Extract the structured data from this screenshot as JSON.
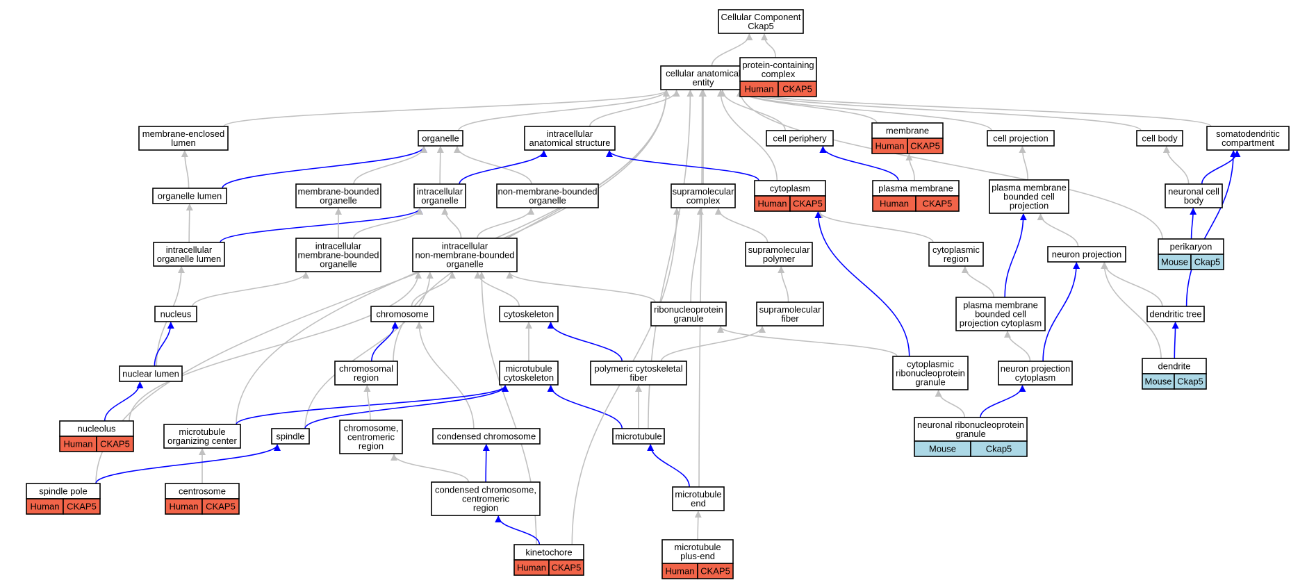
{
  "colors": {
    "human_badge": "#f26449",
    "mouse_badge": "#acd8e6",
    "edge_gray": "#c0c0c0",
    "edge_blue": "#0000ff"
  },
  "nodes": [
    {
      "id": "root",
      "lines": [
        "Cellular Component",
        "Ckap5"
      ]
    },
    {
      "id": "cae",
      "lines": [
        "cellular anatomical",
        "entity"
      ]
    },
    {
      "id": "pcc",
      "lines": [
        "protein-containing",
        "complex"
      ],
      "badge": [
        "Human",
        "CKAP5"
      ]
    },
    {
      "id": "mel",
      "lines": [
        "membrane-enclosed",
        "lumen"
      ]
    },
    {
      "id": "org",
      "lines": [
        "organelle"
      ]
    },
    {
      "id": "ias",
      "lines": [
        "intracellular",
        "anatomical structure"
      ]
    },
    {
      "id": "cper",
      "lines": [
        "cell periphery"
      ]
    },
    {
      "id": "mem",
      "lines": [
        "membrane"
      ],
      "badge": [
        "Human",
        "CKAP5"
      ]
    },
    {
      "id": "cproj",
      "lines": [
        "cell projection"
      ]
    },
    {
      "id": "cbody",
      "lines": [
        "cell body"
      ]
    },
    {
      "id": "sdc",
      "lines": [
        "somatodendritic",
        "compartment"
      ]
    },
    {
      "id": "orglum",
      "lines": [
        "organelle lumen"
      ]
    },
    {
      "id": "mbo",
      "lines": [
        "membrane-bounded",
        "organelle"
      ]
    },
    {
      "id": "io",
      "lines": [
        "intracellular",
        "organelle"
      ]
    },
    {
      "id": "nmbo",
      "lines": [
        "non-membrane-bounded",
        "organelle"
      ]
    },
    {
      "id": "smc",
      "lines": [
        "supramolecular",
        "complex"
      ]
    },
    {
      "id": "cyto",
      "lines": [
        "cytoplasm"
      ],
      "badge": [
        "Human",
        "CKAP5"
      ]
    },
    {
      "id": "pm",
      "lines": [
        "plasma membrane"
      ],
      "badge": [
        "Human",
        "CKAP5"
      ]
    },
    {
      "id": "pmbcp",
      "lines": [
        "plasma membrane",
        "bounded cell",
        "projection"
      ]
    },
    {
      "id": "ncb",
      "lines": [
        "neuronal cell",
        "body"
      ]
    },
    {
      "id": "iol",
      "lines": [
        "intracellular",
        "organelle lumen"
      ]
    },
    {
      "id": "imbo",
      "lines": [
        "intracellular",
        "membrane-bounded",
        "organelle"
      ]
    },
    {
      "id": "inmbo",
      "lines": [
        "intracellular",
        "non-membrane-bounded",
        "organelle"
      ]
    },
    {
      "id": "smp",
      "lines": [
        "supramolecular",
        "polymer"
      ]
    },
    {
      "id": "cr",
      "lines": [
        "cytoplasmic",
        "region"
      ]
    },
    {
      "id": "np",
      "lines": [
        "neuron projection"
      ]
    },
    {
      "id": "peri",
      "lines": [
        "perikaryon"
      ],
      "badge": [
        "Mouse",
        "Ckap5"
      ]
    },
    {
      "id": "nuc",
      "lines": [
        "nucleus"
      ]
    },
    {
      "id": "chr",
      "lines": [
        "chromosome"
      ]
    },
    {
      "id": "csk",
      "lines": [
        "cytoskeleton"
      ]
    },
    {
      "id": "rnpg",
      "lines": [
        "ribonucleoprotein",
        "granule"
      ]
    },
    {
      "id": "smf",
      "lines": [
        "supramolecular",
        "fiber"
      ]
    },
    {
      "id": "pmbcpc",
      "lines": [
        "plasma membrane",
        "bounded cell",
        "projection cytoplasm"
      ]
    },
    {
      "id": "dt",
      "lines": [
        "dendritic tree"
      ]
    },
    {
      "id": "nl",
      "lines": [
        "nuclear lumen"
      ]
    },
    {
      "id": "chrreg",
      "lines": [
        "chromosomal",
        "region"
      ]
    },
    {
      "id": "mtcsk",
      "lines": [
        "microtubule",
        "cytoskeleton"
      ]
    },
    {
      "id": "pcf",
      "lines": [
        "polymeric cytoskeletal",
        "fiber"
      ]
    },
    {
      "id": "crnpg",
      "lines": [
        "cytoplasmic",
        "ribonucleoprotein",
        "granule"
      ]
    },
    {
      "id": "npc",
      "lines": [
        "neuron projection",
        "cytoplasm"
      ]
    },
    {
      "id": "den",
      "lines": [
        "dendrite"
      ],
      "badge": [
        "Mouse",
        "Ckap5"
      ]
    },
    {
      "id": "nucl",
      "lines": [
        "nucleolus"
      ],
      "badge": [
        "Human",
        "CKAP5"
      ]
    },
    {
      "id": "mtoc",
      "lines": [
        "microtubule",
        "organizing center"
      ]
    },
    {
      "id": "spin",
      "lines": [
        "spindle"
      ]
    },
    {
      "id": "ccr",
      "lines": [
        "chromosome,",
        "centromeric",
        "region"
      ]
    },
    {
      "id": "cchr",
      "lines": [
        "condensed chromosome"
      ]
    },
    {
      "id": "mt",
      "lines": [
        "microtubule"
      ]
    },
    {
      "id": "nrnpg",
      "lines": [
        "neuronal ribonucleoprotein",
        "granule"
      ],
      "badge": [
        "Mouse",
        "Ckap5"
      ]
    },
    {
      "id": "sp",
      "lines": [
        "spindle pole"
      ],
      "badge": [
        "Human",
        "CKAP5"
      ]
    },
    {
      "id": "cent",
      "lines": [
        "centrosome"
      ],
      "badge": [
        "Human",
        "CKAP5"
      ]
    },
    {
      "id": "cccr",
      "lines": [
        "condensed chromosome,",
        "centromeric",
        "region"
      ]
    },
    {
      "id": "mte",
      "lines": [
        "microtubule",
        "end"
      ]
    },
    {
      "id": "kin",
      "lines": [
        "kinetochore"
      ],
      "badge": [
        "Human",
        "CKAP5"
      ]
    },
    {
      "id": "mtpe",
      "lines": [
        "microtubule",
        "plus-end"
      ],
      "badge": [
        "Human",
        "CKAP5"
      ]
    }
  ],
  "edges": [
    {
      "from": "cae",
      "to": "root",
      "kind": "is_a"
    },
    {
      "from": "pcc",
      "to": "root",
      "kind": "is_a"
    },
    {
      "from": "mel",
      "to": "cae",
      "kind": "is_a"
    },
    {
      "from": "org",
      "to": "cae",
      "kind": "is_a"
    },
    {
      "from": "ias",
      "to": "cae",
      "kind": "is_a"
    },
    {
      "from": "cper",
      "to": "cae",
      "kind": "is_a"
    },
    {
      "from": "mem",
      "to": "cae",
      "kind": "is_a"
    },
    {
      "from": "cproj",
      "to": "cae",
      "kind": "is_a"
    },
    {
      "from": "cbody",
      "to": "cae",
      "kind": "is_a"
    },
    {
      "from": "sdc",
      "to": "cae",
      "kind": "is_a"
    },
    {
      "from": "smc",
      "to": "cae",
      "kind": "is_a"
    },
    {
      "from": "cyto",
      "to": "cae",
      "kind": "is_a"
    },
    {
      "from": "peri",
      "to": "cae",
      "kind": "is_a"
    },
    {
      "from": "chrreg",
      "to": "cae",
      "kind": "is_a"
    },
    {
      "from": "mtoc",
      "to": "cae",
      "kind": "is_a"
    },
    {
      "from": "sp",
      "to": "cae",
      "kind": "is_a"
    },
    {
      "from": "mt",
      "to": "cae",
      "kind": "is_a"
    },
    {
      "from": "mte",
      "to": "cae",
      "kind": "is_a"
    },
    {
      "from": "orglum",
      "to": "mel",
      "kind": "is_a"
    },
    {
      "from": "orglum",
      "to": "org",
      "kind": "part_of"
    },
    {
      "from": "mbo",
      "to": "org",
      "kind": "is_a"
    },
    {
      "from": "io",
      "to": "org",
      "kind": "is_a"
    },
    {
      "from": "nmbo",
      "to": "org",
      "kind": "is_a"
    },
    {
      "from": "io",
      "to": "ias",
      "kind": "part_of"
    },
    {
      "from": "cyto",
      "to": "ias",
      "kind": "part_of"
    },
    {
      "from": "pm",
      "to": "cper",
      "kind": "part_of"
    },
    {
      "from": "pm",
      "to": "mem",
      "kind": "is_a"
    },
    {
      "from": "pmbcp",
      "to": "cproj",
      "kind": "is_a"
    },
    {
      "from": "ncb",
      "to": "cbody",
      "kind": "is_a"
    },
    {
      "from": "ncb",
      "to": "sdc",
      "kind": "part_of"
    },
    {
      "from": "peri",
      "to": "ncb",
      "kind": "part_of"
    },
    {
      "from": "iol",
      "to": "orglum",
      "kind": "is_a"
    },
    {
      "from": "iol",
      "to": "io",
      "kind": "part_of"
    },
    {
      "from": "imbo",
      "to": "mbo",
      "kind": "is_a"
    },
    {
      "from": "imbo",
      "to": "io",
      "kind": "is_a"
    },
    {
      "from": "inmbo",
      "to": "io",
      "kind": "is_a"
    },
    {
      "from": "inmbo",
      "to": "nmbo",
      "kind": "is_a"
    },
    {
      "from": "smp",
      "to": "smc",
      "kind": "is_a"
    },
    {
      "from": "rnpg",
      "to": "smc",
      "kind": "is_a"
    },
    {
      "from": "cr",
      "to": "cyto",
      "kind": "is_a"
    },
    {
      "from": "crnpg",
      "to": "cyto",
      "kind": "part_of"
    },
    {
      "from": "smf",
      "to": "smp",
      "kind": "is_a"
    },
    {
      "from": "pmbcpc",
      "to": "pmbcp",
      "kind": "part_of"
    },
    {
      "from": "pmbcpc",
      "to": "cr",
      "kind": "is_a"
    },
    {
      "from": "np",
      "to": "pmbcp",
      "kind": "is_a"
    },
    {
      "from": "dt",
      "to": "np",
      "kind": "is_a"
    },
    {
      "from": "dt",
      "to": "sdc",
      "kind": "part_of"
    },
    {
      "from": "den",
      "to": "np",
      "kind": "is_a"
    },
    {
      "from": "den",
      "to": "dt",
      "kind": "part_of"
    },
    {
      "from": "npc",
      "to": "np",
      "kind": "part_of"
    },
    {
      "from": "npc",
      "to": "pmbcpc",
      "kind": "is_a"
    },
    {
      "from": "nuc",
      "to": "imbo",
      "kind": "is_a"
    },
    {
      "from": "nl",
      "to": "iol",
      "kind": "is_a"
    },
    {
      "from": "nl",
      "to": "nuc",
      "kind": "part_of"
    },
    {
      "from": "nucl",
      "to": "nl",
      "kind": "part_of"
    },
    {
      "from": "nucl",
      "to": "inmbo",
      "kind": "is_a"
    },
    {
      "from": "chr",
      "to": "inmbo",
      "kind": "is_a"
    },
    {
      "from": "csk",
      "to": "inmbo",
      "kind": "is_a"
    },
    {
      "from": "rnpg",
      "to": "inmbo",
      "kind": "is_a"
    },
    {
      "from": "spin",
      "to": "inmbo",
      "kind": "is_a"
    },
    {
      "from": "kin",
      "to": "inmbo",
      "kind": "is_a"
    },
    {
      "from": "chrreg",
      "to": "chr",
      "kind": "part_of"
    },
    {
      "from": "cchr",
      "to": "chr",
      "kind": "is_a"
    },
    {
      "from": "mtcsk",
      "to": "csk",
      "kind": "is_a"
    },
    {
      "from": "pcf",
      "to": "csk",
      "kind": "part_of"
    },
    {
      "from": "pcf",
      "to": "smf",
      "kind": "is_a"
    },
    {
      "from": "crnpg",
      "to": "rnpg",
      "kind": "is_a"
    },
    {
      "from": "nrnpg",
      "to": "crnpg",
      "kind": "is_a"
    },
    {
      "from": "nrnpg",
      "to": "npc",
      "kind": "part_of"
    },
    {
      "from": "mtoc",
      "to": "mtcsk",
      "kind": "part_of"
    },
    {
      "from": "spin",
      "to": "mtcsk",
      "kind": "part_of"
    },
    {
      "from": "ccr",
      "to": "chrreg",
      "kind": "is_a"
    },
    {
      "from": "mt",
      "to": "mtcsk",
      "kind": "part_of"
    },
    {
      "from": "mt",
      "to": "pcf",
      "kind": "is_a"
    },
    {
      "from": "cent",
      "to": "mtoc",
      "kind": "is_a"
    },
    {
      "from": "sp",
      "to": "spin",
      "kind": "part_of"
    },
    {
      "from": "cccr",
      "to": "ccr",
      "kind": "is_a"
    },
    {
      "from": "cccr",
      "to": "cchr",
      "kind": "part_of"
    },
    {
      "from": "mte",
      "to": "mt",
      "kind": "part_of"
    },
    {
      "from": "kin",
      "to": "cccr",
      "kind": "part_of"
    },
    {
      "from": "kin",
      "to": "smc",
      "kind": "is_a"
    },
    {
      "from": "mtpe",
      "to": "mte",
      "kind": "is_a"
    }
  ]
}
